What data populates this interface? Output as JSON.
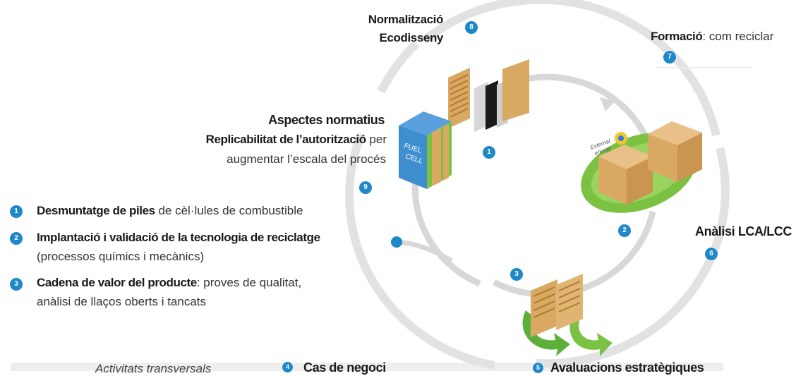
{
  "labels": {
    "normalitzacio": "Normalització",
    "ecodisseny": "Ecodisseny",
    "formacio_bold": "Formació",
    "formacio_rest": ": com reciclar",
    "aspectes": "Aspectes normatius",
    "replicabilitat_bold": "Replicabilitat de l’autorització",
    "replicabilitat_rest": " per",
    "escala": "augmentar l’escala del procés",
    "desmuntatge_bold": "Desmuntatge de piles",
    "desmuntatge_rest": " de cèl·lules de combustible",
    "implantacio_bold": "Implantació i validació de la tecnologia de reciclatge",
    "implantacio_rest": "(processos químics i mecànics)",
    "cadena_bold": "Cadena de valor del producte",
    "cadena_rest": ": proves de qualitat,",
    "cadena_rest2": "anàlisi de llaços oberts i tancats",
    "analisi": "Anàlisi LCA/LCC",
    "activitats": "Activitats transversals",
    "cas": "Cas de negoci",
    "avaluacions": "Avaluacions estratègiques",
    "fuel": "FUEL",
    "cell": "CELL",
    "external": "External",
    "energy": "energy"
  },
  "numbers": {
    "n1": "1",
    "n2": "2",
    "n3": "3",
    "n4": "4",
    "n5": "5",
    "n6": "6",
    "n7": "7",
    "n8": "8",
    "n9": "9"
  },
  "colors": {
    "badge": "#1e88c9",
    "ring": "#e3e3e3",
    "green": "#7cc242",
    "wood": "#d9a964",
    "cube_blue": "#3f8ed0"
  }
}
